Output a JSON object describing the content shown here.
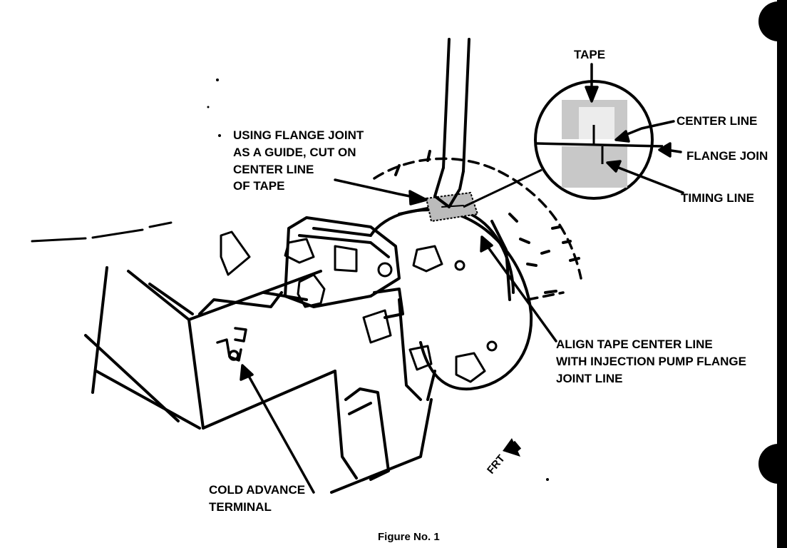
{
  "labels": {
    "tape": "TAPE",
    "center_line": "CENTER LINE",
    "flange_joint": "FLANGE JOIN",
    "timing_line": "TIMING LINE",
    "using_flange": [
      "USING FLANGE JOINT",
      "AS A GUIDE, CUT ON",
      "CENTER LINE",
      "OF TAPE"
    ],
    "align_tape": [
      "ALIGN TAPE CENTER LINE",
      "WITH INJECTION PUMP FLANGE",
      "JOINT LINE"
    ],
    "cold_advance": [
      "COLD ADVANCE",
      "TERMINAL"
    ],
    "frt": "FRT"
  },
  "caption": "Figure No. 1"
}
